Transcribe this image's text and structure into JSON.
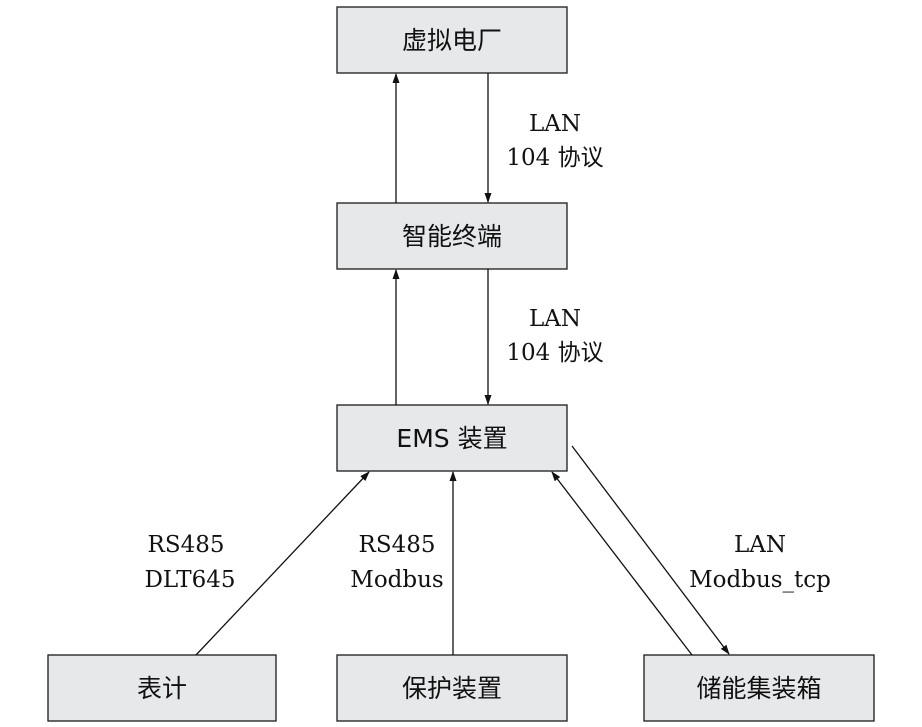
{
  "nodes": {
    "vpp": "虚拟电厂",
    "terminal": "智能终端",
    "ems": "EMS 装置",
    "meter": "表计",
    "protection": "保护装置",
    "storage": "储能集装箱"
  },
  "edges": {
    "vpp_terminal": {
      "line1": "LAN",
      "line2": "104 协议"
    },
    "terminal_ems": {
      "line1": "LAN",
      "line2": "104 协议"
    },
    "meter_ems": {
      "line1": "RS485",
      "line2": "DLT645"
    },
    "protection_ems": {
      "line1": "RS485",
      "line2": "Modbus"
    },
    "storage_ems": {
      "line1": "LAN",
      "line2": "Modbus_tcp"
    }
  }
}
